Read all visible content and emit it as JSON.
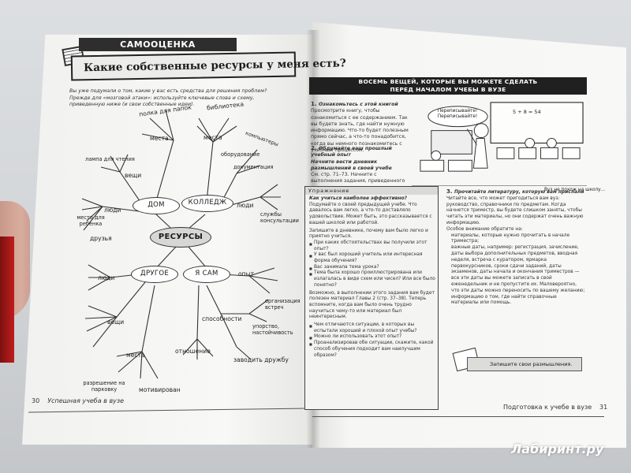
{
  "left_page": {
    "section": "САМООЦЕНКА",
    "title": "Какие собственные ресурсы у меня есть?",
    "intro": "Вы уже подумали о том, какие у вас есть средства для решения проблем? Прежде для «мозговой атаки»: используйте ключевые слова и схему, приведенную ниже (и свои собственные идеи).",
    "mindmap": {
      "center": "РЕСУРСЫ",
      "nodes": [
        "ДОМ",
        "КОЛЛЕДЖ",
        "ДРУГОЕ",
        "Я САМ"
      ],
      "labels": {
        "polka": "полка для папок",
        "biblioteka": "библиотека",
        "mesta1": "места",
        "mesta2": "места",
        "kompyutery": "компьютеры",
        "oborudovanie": "оборудование",
        "dokumentaciya": "документация",
        "lampa": "лампа для чтения",
        "veshi1": "вещи",
        "lyudi1": "люди",
        "lyudi2": "люди",
        "sluzhby": "службы консультации",
        "mesto_rebenka": "место для ребенка",
        "druzya": "друзья",
        "lyudi3": "люди",
        "opyt": "опыт",
        "organizaciya": "организация встреч",
        "veshi2": "вещи",
        "sposobnosti": "способности",
        "upornost": "упорство, настойчивость",
        "mesta3": "места",
        "otnoshenie": "отношение",
        "zavodit": "заводить дружбу",
        "razreshenie": "разрешение на парковку",
        "motivirovan": "мотивирован"
      }
    },
    "footer": {
      "page_number": "30",
      "title": "Успешная учеба в вузе"
    }
  },
  "right_page": {
    "header_line1": "ВОСЕМЬ ВЕЩЕЙ, КОТОРЫЕ ВЫ МОЖЕТЕ СДЕЛАТЬ",
    "header_line2": "ПЕРЕД НАЧАЛОМ УЧЕБЫ В ВУЗЕ",
    "step1_title": "Ознакомьтесь с этой книгой",
    "step1_text": "Просмотрите книгу, чтобы ознакомиться с ее содержанием. Так вы будете знать, где найти нужную информацию. Что-то будет полезным прямо сейчас, а что-то понадобится, когда вы немного познакомитесь с учебным процессом.",
    "step2_title": "Обдумайте ваш прошлый учебный опыт",
    "step2_sub": "Начните вести дневник размышлений в своей учебе",
    "step2_text": "См. стр. 71–73. Начните с выполнения задания, приведенного ниже.",
    "cartoon_speech": "Переписывайте! Переписывайте!",
    "cartoon_board": "5 + 8 = 54",
    "cartoon_caption": "Вуз не похож на школу...",
    "exercise": {
      "label": "Упражнение",
      "question": "Как учиться наиболее эффективно?",
      "text1": "Подумайте о своей предыдущей учебе. Что давалось вам легко, а что-то доставляло удовольствие. Может быть, это рассказывается с вашей школой или работой.",
      "text2": "Запишите в дневнике, почему вам было легко и приятно учиться.",
      "bullets1": [
        "При каких обстоятельствах вы получили этот опыт?",
        "У вас был хороший учитель или интересная форма обучения?",
        "Вас занимала тема урока?",
        "Тема была хорошо проиллюстрирована или излагалась в виде схем или чисел? Или все было понятно?"
      ],
      "text3": "Возможно, в выполнении этого задания вам будет полезен материал Главы 2 (стр. 37–38). Теперь вспомните, когда вам было очень трудно научиться чему-то или материал был неинтересным.",
      "bullets2": [
        "Чем отличаются ситуации, в которых вы испытали хороший и плохой опыт учебы?",
        "Можно ли использовать этот опыт?",
        "Проанализировав обе ситуации, скажите, какой способ обучения подходит вам наилучшим образом?"
      ]
    },
    "step3_title": "Прочитайте литературу, которую вам прислали",
    "step3_text": "Читайте все, что может пригодиться вам вуз: руководство, справочники по предметам. Когда начнется триместр, вы будете слишком заняты, чтобы читать эти материалы, но они содержат очень важную информацию.",
    "step3_attention": "Особое внимание обратите на:",
    "step3_bullets": [
      "материалы, которые нужно прочитать в начале триместра;",
      "важные даты, например: регистрация, зачисление, даты выбора дополнительных предметов, вводная неделя, встреча с куратором, ярмарка первокурсников, сроки сдачи заданий, даты экзаменов, даты начала и окончания триместров — все эти даты вы можете записать в свой еженедельник и не пропустите их. Маловероятно, что эти даты можно переносить по вашему желанию;",
      "информацию о том, где найти справочные материалы или помощь."
    ],
    "note": "Запишите свои размышления.",
    "footer": {
      "title": "Подготовка к учебе в вузе",
      "page_number": "31"
    }
  },
  "watermark": "Лабиринт.ру"
}
